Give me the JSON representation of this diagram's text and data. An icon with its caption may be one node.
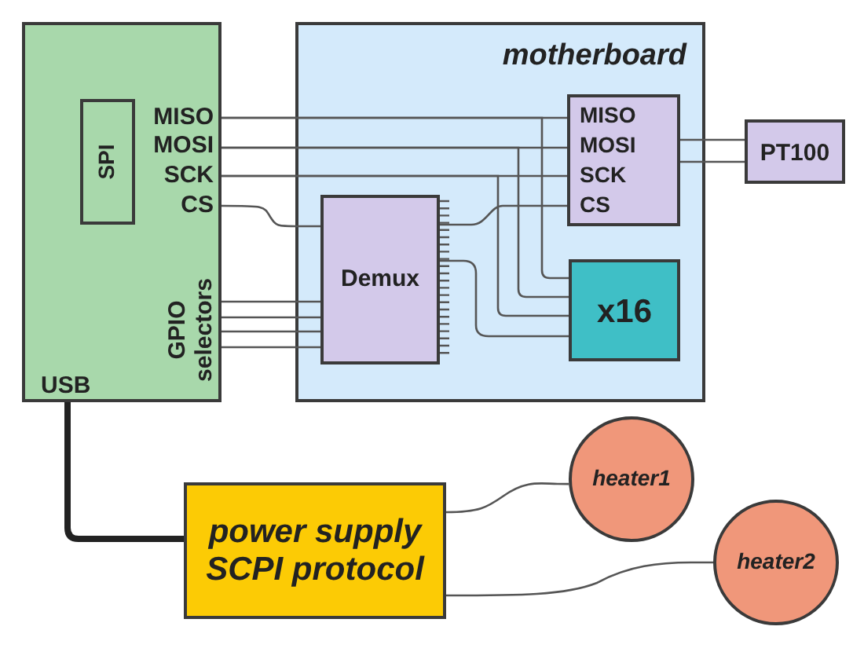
{
  "diagram": {
    "nodes": [
      {
        "text": [
          "MISO",
          "MOSI",
          "SCK",
          "CS",
          "GPIO selectors",
          "USB"
        ]
      },
      {
        "text": [
          "SPI"
        ],
        "in": 0
      },
      {
        "text": [
          "motherboard"
        ]
      },
      {
        "text": [
          "Demux"
        ],
        "in": 2
      },
      {
        "text": [
          "MISO",
          "MOSI",
          "SCK",
          "CS"
        ],
        "in": 2
      },
      {
        "text": [
          "x16"
        ],
        "in": 2
      },
      {
        "text": [
          "PT100"
        ]
      },
      {
        "text": [
          "power supply SCPI protocol"
        ]
      },
      {
        "text": [
          "heater1"
        ]
      },
      {
        "text": [
          "heater2"
        ]
      }
    ],
    "edges": [
      {
        "from": 0,
        "to": 4,
        "arrow": "none"
      },
      {
        "from": 0,
        "to": 4,
        "arrow": "none"
      },
      {
        "from": 0,
        "to": 4,
        "arrow": "none"
      },
      {
        "from": 0,
        "to": 3,
        "arrow": "none"
      },
      {
        "from": 0,
        "to": 3,
        "arrow": "none"
      },
      {
        "from": 0,
        "to": 3,
        "arrow": "none"
      },
      {
        "from": 0,
        "to": 3,
        "arrow": "none"
      },
      {
        "from": 0,
        "to": 3,
        "arrow": "none"
      },
      {
        "from": 0,
        "to": 5,
        "arrow": "none"
      },
      {
        "from": 0,
        "to": 5,
        "arrow": "none"
      },
      {
        "from": 0,
        "to": 5,
        "arrow": "none"
      },
      {
        "from": 3,
        "to": 4,
        "arrow": "none"
      },
      {
        "from": 3,
        "to": 5,
        "arrow": "none"
      },
      {
        "from": 4,
        "to": 6,
        "arrow": "none"
      },
      {
        "from": 4,
        "to": 6,
        "arrow": "none"
      },
      {
        "from": 7,
        "to": 0,
        "arrow": "none",
        "style": "thick",
        "color": "#222222"
      },
      {
        "from": 7,
        "to": 8,
        "arrow": "none"
      },
      {
        "from": 7,
        "to": 9,
        "arrow": "none"
      }
    ]
  }
}
